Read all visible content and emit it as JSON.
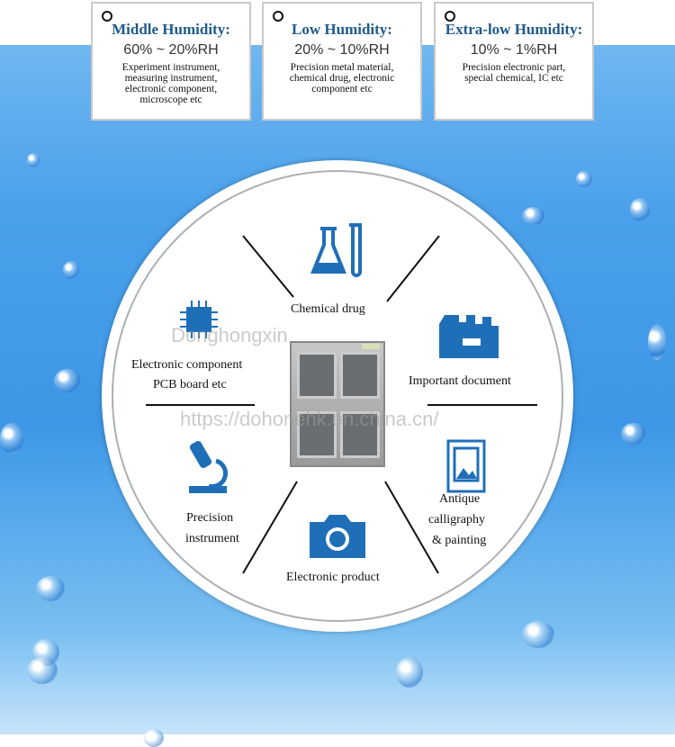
{
  "humidity_cards": [
    {
      "title": "Middle Humidity:",
      "range": "60% ~ 20%RH",
      "description": "Experiment instrument, measuring instrument, electronic component, microscope etc"
    },
    {
      "title": "Low Humidity:",
      "range": "20% ~ 10%RH",
      "description": "Precision metal material, chemical drug, electronic component etc"
    },
    {
      "title": "Extra-low Humidity:",
      "range": "10% ~ 1%RH",
      "description": "Precision electronic part, special chemical, IC etc"
    }
  ],
  "applications": {
    "chemical": "Chemical drug",
    "electronic_component": "Electronic component",
    "electronic_component_2": "PCB board etc",
    "document": "Important document",
    "precision": "Precision",
    "precision_2": "instrument",
    "product": "Electronic product",
    "antique": "Antique",
    "antique_2": "calligraphy",
    "antique_3": "& painting"
  },
  "watermark": {
    "line1": "Donghongxin",
    "line2": "https://dohonehk.en.china.cn/"
  },
  "colors": {
    "icon_blue": "#1f6fb8",
    "title_blue": "#1f5a8c"
  }
}
